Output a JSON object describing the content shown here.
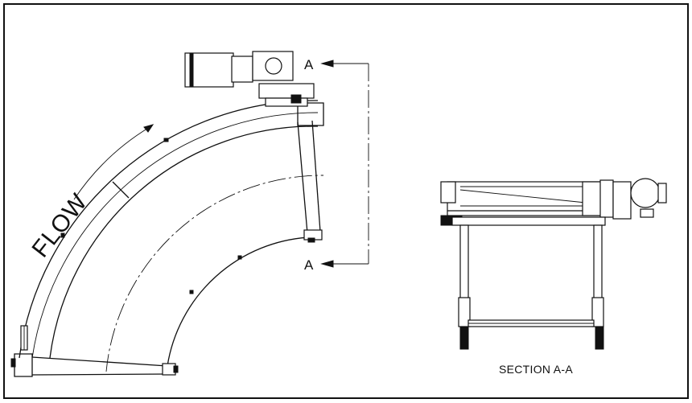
{
  "drawing": {
    "flow_label": "FLOW",
    "section_mark_top": "A",
    "section_mark_bottom": "A",
    "section_caption": "SECTION A-A"
  },
  "colors": {
    "ink": "#111111",
    "paper": "#ffffff"
  }
}
